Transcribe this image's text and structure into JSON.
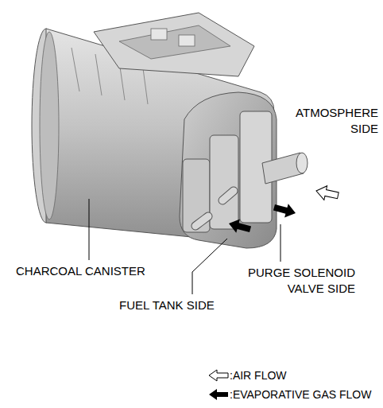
{
  "diagram": {
    "labels": [
      "ATMOSPHERE SIDE",
      "CHARCOAL CANISTER",
      "PURGE SOLENOID VALVE SIDE",
      "FUEL TANK SIDE"
    ],
    "legend": [
      {
        "text": ":AIR FLOW"
      },
      {
        "text": ":EVAPORATIVE GAS FLOW"
      }
    ]
  }
}
